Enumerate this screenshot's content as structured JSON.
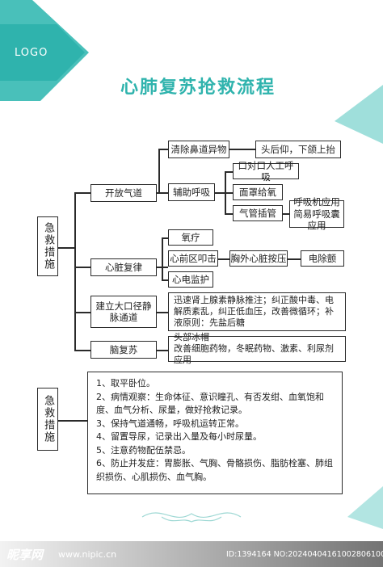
{
  "logo": "LOGO",
  "title": "心肺复苏抢救流程",
  "colors": {
    "accent": "#35b9b2",
    "title": "#2fb3ad",
    "footer_bg": "#1a1a1a"
  },
  "chart1": {
    "label": "急救措施"
  },
  "chart2": {
    "label": "急救措施"
  },
  "nodes": {
    "open_airway": "开放气道",
    "clear_airway": "清除鼻道异物",
    "head_tilt": "头后仰，下颌上抬",
    "assist_breath": "辅助呼吸",
    "mouth_to_mouth": "口对口人工呼吸",
    "mask": "面罩给氧",
    "intubation": "气管插管",
    "ventilator": "呼吸机应用简易呼吸囊应用",
    "oxygen": "氧疗",
    "precordial": "心前区叩击",
    "chest_compress": "胸外心脏按压",
    "defib": "电除颤",
    "heart_resus": "心脏复律",
    "ecg": "心电监护",
    "iv_access": "建立大口径静脉通道",
    "iv_detail": "迅速肾上腺素静脉推注；纠正酸中毒、电解质紊乱，纠正低血压，改善微循环；补液原则：先盐后糖",
    "brain_resus": "脑复苏",
    "brain_detail": "头部冰帽\n改善细胞药物，冬眠药物、激素、利尿剂应用"
  },
  "measures": [
    "1、取平卧位。",
    "2、病情观察：生命体征、意识瞳孔、有否发绀、血氧饱和度、血气分析、尿量，做好抢救记录。",
    "3、保持气道通畅，呼吸机运转正常。",
    "4、留置导尿，记录出入量及每小时尿量。",
    "5、注意药物配伍禁忌。",
    "6、防止并发症：胃膨胀、气胸、骨骼损伤、脂肪栓塞、肺组织损伤、心肌损伤、血气胸。"
  ],
  "footer": {
    "brand": "昵享网",
    "url": "www.nipic.cn",
    "id": "ID:1394164 NO:20240404161002806100"
  }
}
